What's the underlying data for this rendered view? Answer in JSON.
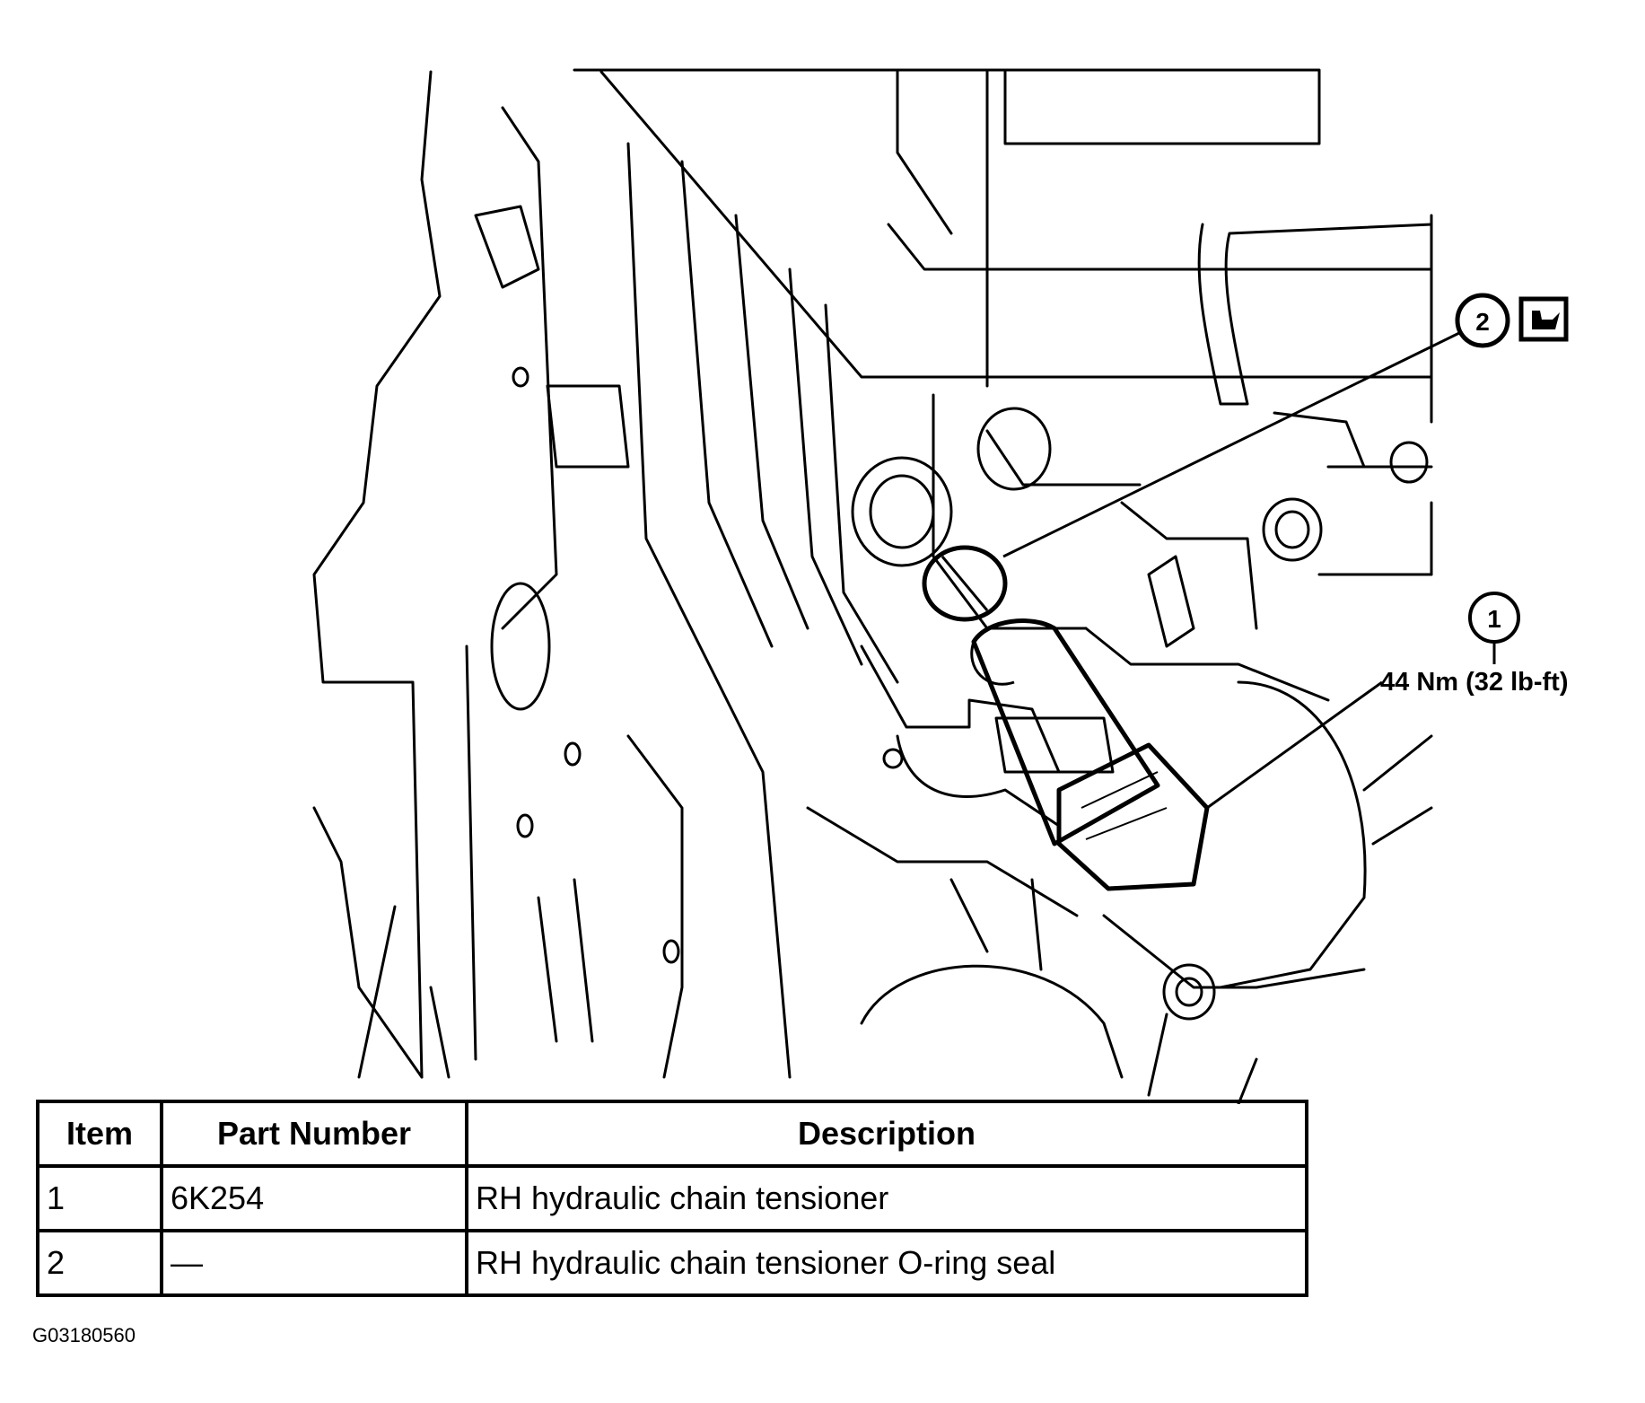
{
  "figure_id": "G03180560",
  "callouts": [
    {
      "number": "1",
      "torque": "44 Nm (32 lb-ft)",
      "icon": "callout-number-icon"
    },
    {
      "number": "2",
      "icon": "lubricate-oil-can-icon"
    }
  ],
  "table": {
    "headers": {
      "item": "Item",
      "part_number": "Part Number",
      "description": "Description"
    },
    "rows": [
      {
        "item": "1",
        "part_number": "6K254",
        "description": "RH hydraulic chain tensioner"
      },
      {
        "item": "2",
        "part_number": "—",
        "description": "RH hydraulic chain tensioner O-ring seal"
      }
    ]
  }
}
